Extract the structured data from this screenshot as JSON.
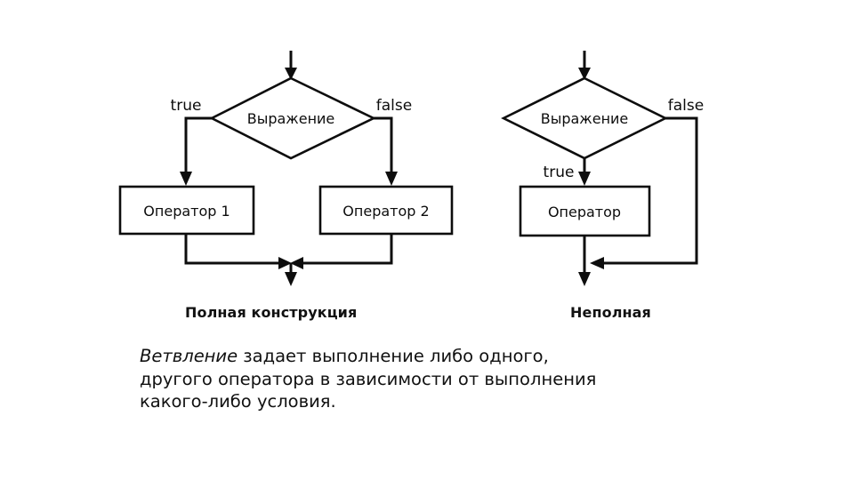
{
  "slide": {
    "background_color": "#ffffff",
    "ink_color": "#0d0d0d"
  },
  "diagrams": {
    "full": {
      "id": "full-branching-flowchart",
      "caption": "Полная конструкция",
      "decision_label": "Выражение",
      "true_label": "true",
      "false_label": "false",
      "statement_left": "Оператор 1",
      "statement_right": "Оператор 2"
    },
    "short": {
      "id": "incomplete-branching-flowchart",
      "caption": "Неполная",
      "decision_label": "Выражение",
      "true_label": "true",
      "false_label": "false",
      "statement": "Оператор"
    }
  },
  "paragraph": {
    "term": "Ветвление",
    "line1_rest": " задает выполнение либо одного,",
    "line2": "другого оператора в зависимости от выполнения",
    "line3": "какого-либо условия.",
    "full_text": "Ветвление задает выполнение либо одного, либо другого оператора в зависимости от выполнения какого-либо условия."
  }
}
